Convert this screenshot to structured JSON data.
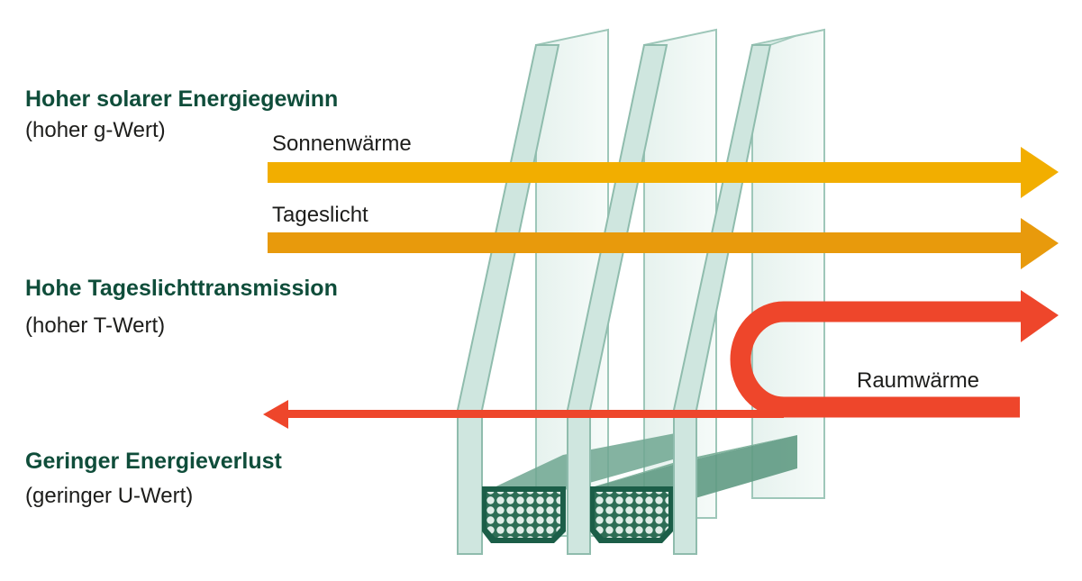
{
  "benefits": [
    {
      "heading": "Hoher solarer Energiegewinn",
      "sub": "(hoher g-Wert)"
    },
    {
      "heading": "Hohe Tageslichttransmission",
      "sub": "(hoher T-Wert)"
    },
    {
      "heading": "Geringer Energieverlust",
      "sub": "(geringer U-Wert)"
    }
  ],
  "flows": {
    "solar_heat": "Sonnenwärme",
    "daylight": "Tageslicht",
    "room_heat": "Raumwärme"
  },
  "colors": {
    "heading_green": "#0f4d3a",
    "solar_heat_arrow": "#f2ae00",
    "daylight_arrow": "#e89a0c",
    "room_heat_arrow": "#ee462b",
    "glass_fill": "#cfe6df",
    "glass_edge": "#9ec7b9",
    "spacer_green": "#1b5e48"
  }
}
